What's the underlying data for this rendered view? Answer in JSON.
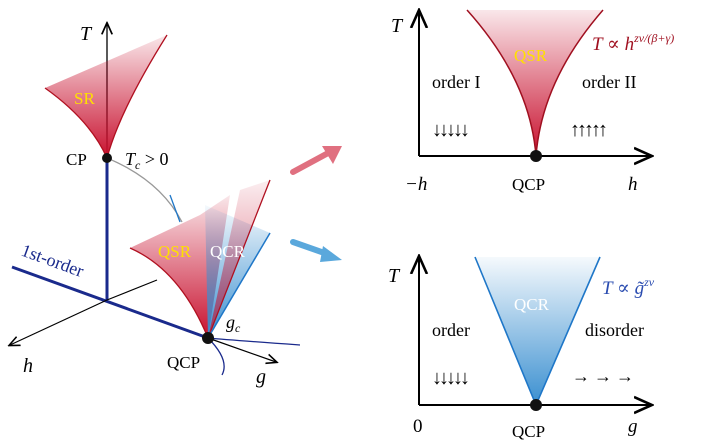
{
  "colors": {
    "red": "#c8102e",
    "blue": "#1f77c8",
    "navy": "#1a2a8c",
    "yellow": "#ffe000"
  },
  "left": {
    "t_axis": "T",
    "h_axis": "h",
    "g_axis": "g",
    "sr": "SR",
    "cp": "CP",
    "tc": "T",
    "tc_sub": "c",
    "tc_rest": " > 0",
    "first_order": "1st-order",
    "qsr": "QSR",
    "qcr": "QCR",
    "gc": "g",
    "gc_sub": "c",
    "qcp": "QCP"
  },
  "top": {
    "t_axis": "T",
    "qsr": "QSR",
    "formula": "T ∝ h",
    "formula_exp": "zν/(β+γ)",
    "order_left": "order I",
    "order_right": "order II",
    "spins_left": "↓↓↓↓↓",
    "spins_right": "↑↑↑↑↑",
    "x_left": "−h",
    "qcp": "QCP",
    "x_right": "h"
  },
  "bottom": {
    "t_axis": "T",
    "qcr": "QCR",
    "formula": "T ∝ g̃",
    "formula_exp": "zν",
    "order_left": "order",
    "order_right": "disorder",
    "spins_left": "↓↓↓↓↓",
    "spins_right": "→→→",
    "x_left": "0",
    "qcp": "QCP",
    "x_right": "g"
  }
}
